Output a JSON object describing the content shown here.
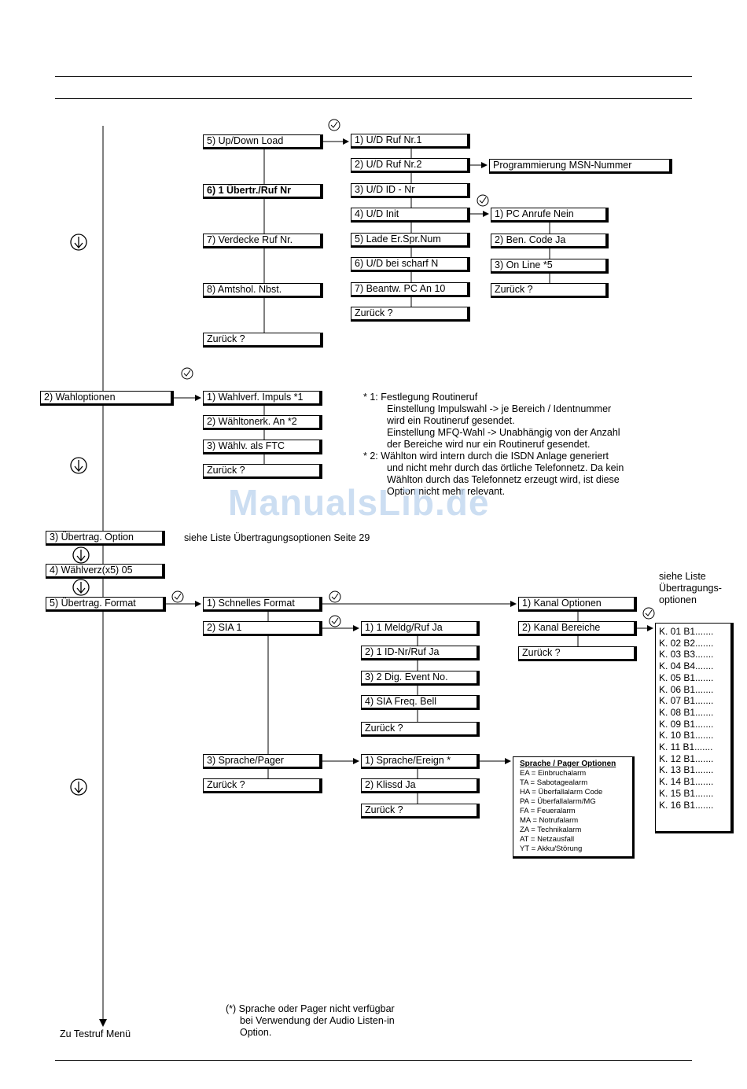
{
  "watermark": "ManualsLib.de",
  "footer_left": "Zu Testruf Menü",
  "section_upload": {
    "column": [
      "5) Up/Down Load",
      "6) 1 Übertr./Ruf Nr",
      "7) Verdecke Ruf Nr.",
      "8) Amtshol. Nbst.",
      "Zurück ?"
    ],
    "sub": [
      "1) U/D Ruf Nr.1",
      "2) U/D Ruf Nr.2",
      "3) U/D ID - Nr",
      "4) U/D Init",
      "5) Lade Er.Spr.Num",
      "6) U/D bei scharf N",
      "7) Beantw. PC An 10",
      "Zurück ?"
    ],
    "msn": "Programmierung MSN-Nummer",
    "init_sub": [
      "1) PC Anrufe Nein",
      "2) Ben. Code Ja",
      "3) On Line *5",
      "Zurück ?"
    ]
  },
  "section_dial": {
    "main": "2) Wahloptionen",
    "sub": [
      "1) Wahlverf. Impuls *1",
      "2) Wähltonerk. An *2",
      "3) Wählv. als FTC",
      "Zurück ?"
    ],
    "notes": [
      "* 1: Festlegung Routineruf",
      "Einstellung Impulswahl -> je Bereich / Identnummer",
      "wird ein Routineruf gesendet.",
      "Einstellung MFQ-Wahl -> Unabhängig von der Anzahl",
      "der Bereiche wird nur ein Routineruf gesendet.",
      "* 2: Wählton wird intern durch die ISDN Anlage generiert",
      "und nicht mehr durch das örtliche Telefonnetz. Da kein",
      "Wählton durch das Telefonnetz erzeugt wird, ist diese",
      "Option nicht mehr relevant."
    ]
  },
  "section_transfer": {
    "opt": "3) Übertrag. Option",
    "opt_note": "siehe Liste Übertragungsoptionen Seite 29",
    "delay": "4) Wählverz(x5) 05",
    "format": "5) Übertrag. Format",
    "format_sub": [
      "1) Schnelles Format",
      "2) SIA 1",
      "3) Sprache/Pager",
      "Zurück ?"
    ],
    "fast_sub": [
      "1) Kanal Optionen",
      "2) Kanal Bereiche",
      "Zurück ?"
    ],
    "sia_sub": [
      "1) 1 Meldg/Ruf Ja",
      "2) 1 ID-Nr/Ruf Ja",
      "3) 2 Dig. Event No.",
      "4) SIA Freq. Bell",
      "Zurück ?"
    ],
    "voice_sub": [
      "1) Sprache/Ereign *",
      "2) Klissd Ja",
      "Zurück ?"
    ],
    "list_note": [
      "siehe Liste",
      "Übertragungs-",
      "optionen"
    ],
    "channels": [
      "K. 01 B1.......",
      "K. 02 B2.......",
      "K. 03 B3.......",
      "K. 04 B4.......",
      "K. 05 B1.......",
      "K. 06 B1.......",
      "K. 07 B1.......",
      "K. 08 B1.......",
      "K. 09 B1.......",
      "K. 10 B1.......",
      "K. 11 B1.......",
      "K. 12 B1.......",
      "K. 13 B1.......",
      "K. 14 B1.......",
      "K. 15 B1.......",
      "K. 16 B1......."
    ],
    "pager_title": "Sprache / Pager Optionen",
    "pager_items": [
      "EA = Einbruchalarm",
      "TA = Sabotagealarm",
      "HA = Überfallalarm Code",
      "PA = Überfallalarm/MG",
      "FA = Feueralarm",
      "MA = Notrufalarm",
      "ZA = Technikalarm",
      "AT = Netzausfall",
      "YT = Akku/Störung"
    ],
    "footnote": [
      "(*) Sprache oder Pager nicht verfügbar",
      "bei Verwendung der Audio Listen-in",
      "Option."
    ]
  }
}
